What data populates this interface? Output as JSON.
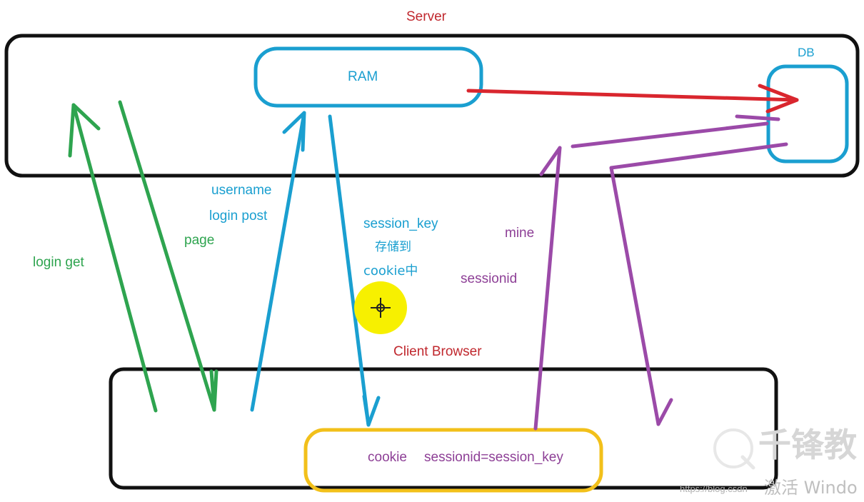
{
  "server": {
    "label": "Server"
  },
  "ram": {
    "label": "RAM"
  },
  "db": {
    "label": "DB"
  },
  "client": {
    "label": "Client Browser"
  },
  "cookie_box": {
    "cookie_label": "cookie",
    "assignment": "sessionid=session_key"
  },
  "arrows": {
    "username": "username",
    "login_post": "login post",
    "page": "page",
    "login_get": "login get",
    "session_key": "session_key",
    "stored_to": "存储到",
    "cookie_in": "cookie中",
    "mine": "mine",
    "sessionid": "sessionid"
  },
  "watermark": {
    "brand": "千锋教",
    "activate": "激活 Windo",
    "url": "https://blog.csdn"
  },
  "colors": {
    "server_box": "#111111",
    "ram": "#1a9fd0",
    "db": "#1a9fd0",
    "cookie_box": "#f2c01a",
    "red_arrow": "#d9262e",
    "green_arrows": "#2ea44f",
    "blue_arrows": "#1a9fd0",
    "purple_arrows": "#9b4aa8",
    "cursor_highlight": "#f7f000"
  }
}
